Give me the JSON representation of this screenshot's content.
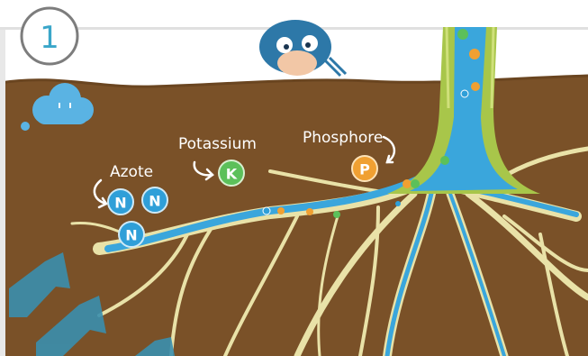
{
  "step": {
    "number": "1"
  },
  "labels": {
    "azote": "Azote",
    "potassium": "Potassium",
    "phosphore": "Phosphore"
  },
  "nutrients": {
    "nitrogen": {
      "letter": "N",
      "color": "#2f9fd8"
    },
    "potassium": {
      "letter": "K",
      "color": "#5cc05a"
    },
    "phosphorus": {
      "letter": "P",
      "color": "#f0a032"
    }
  },
  "colors": {
    "soil": "#7a5128",
    "soil_dark": "#6a4520",
    "root_outline": "#e9e2a8",
    "sap": "#3aa6dc",
    "stem": "#a8c64a",
    "cloud": "#5ab3e3",
    "arrow": "#3a8fae"
  }
}
